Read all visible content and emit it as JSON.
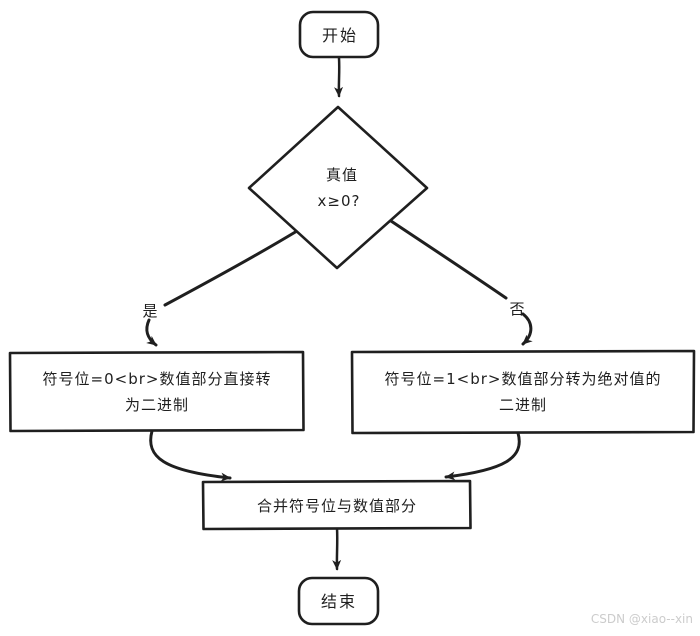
{
  "diagram": {
    "nodes": {
      "start": {
        "label": "开始"
      },
      "decision": {
        "line1": "真值",
        "line2": "x≥0?"
      },
      "yes_box": {
        "line1": "符号位=0<br>数值部分直接转",
        "line2": "为二进制"
      },
      "no_box": {
        "line1": "符号位=1<br>数值部分转为绝对值的",
        "line2": "二进制"
      },
      "merge": {
        "label": "合并符号位与数值部分"
      },
      "end": {
        "label": "结束"
      }
    },
    "edge_labels": {
      "yes": "是",
      "no": "否"
    },
    "colors": {
      "stroke": "#1f1f1f",
      "background": "#ffffff",
      "watermark": "#cccccc"
    }
  },
  "watermark": {
    "text": "CSDN @xiao--xin"
  }
}
